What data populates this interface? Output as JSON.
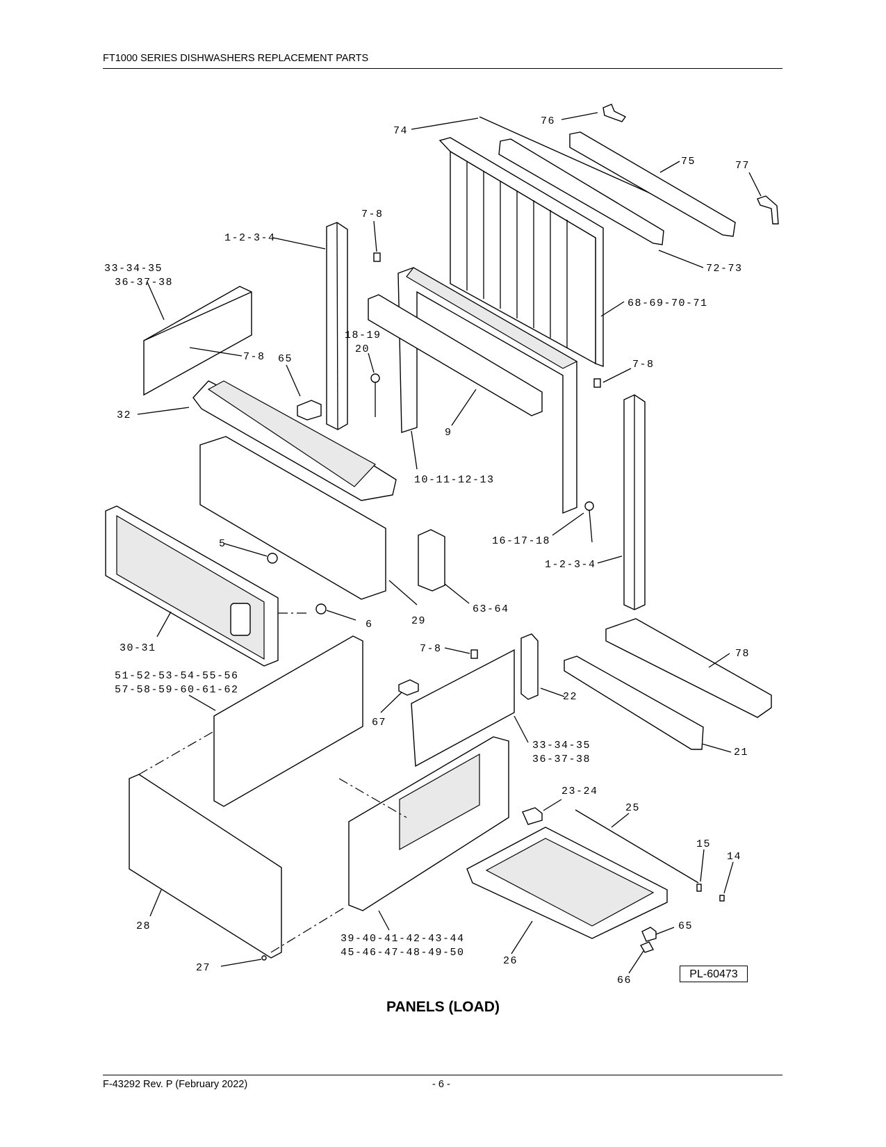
{
  "header": {
    "title": "FT1000 SERIES DISHWASHERS REPLACEMENT PARTS"
  },
  "footer": {
    "doc_ref": "F-43292 Rev. P (February 2022)",
    "page": "- 6 -"
  },
  "figure": {
    "caption": "PANELS (LOAD)",
    "plate_id": "PL-60473",
    "callouts": [
      {
        "id": "c74",
        "text": "74"
      },
      {
        "id": "c76",
        "text": "76"
      },
      {
        "id": "c75",
        "text": "75"
      },
      {
        "id": "c77",
        "text": "77"
      },
      {
        "id": "c1234a",
        "text": "1-2-3-4"
      },
      {
        "id": "c78a",
        "text": "7-8"
      },
      {
        "id": "c7273",
        "text": "72-73"
      },
      {
        "id": "c333435a",
        "text": "33-34-35"
      },
      {
        "id": "c363738a",
        "text": "36-37-38"
      },
      {
        "id": "c68",
        "text": "68-69-70-71"
      },
      {
        "id": "c1819",
        "text": "18-19"
      },
      {
        "id": "c20",
        "text": "20"
      },
      {
        "id": "c78b",
        "text": "7-8"
      },
      {
        "id": "c65a",
        "text": "65"
      },
      {
        "id": "c78c",
        "text": "7-8"
      },
      {
        "id": "c32",
        "text": "32"
      },
      {
        "id": "c9",
        "text": "9"
      },
      {
        "id": "c10",
        "text": "10-11-12-13"
      },
      {
        "id": "c161718",
        "text": "16-17-18"
      },
      {
        "id": "c5",
        "text": "5"
      },
      {
        "id": "c1234b",
        "text": "1-2-3-4"
      },
      {
        "id": "c6",
        "text": "6"
      },
      {
        "id": "c29",
        "text": "29"
      },
      {
        "id": "c6364",
        "text": "63-64"
      },
      {
        "id": "c3031",
        "text": "30-31"
      },
      {
        "id": "c78d",
        "text": "7-8"
      },
      {
        "id": "c78part",
        "text": "78"
      },
      {
        "id": "c51",
        "text": "51-52-53-54-55-56"
      },
      {
        "id": "c57",
        "text": "57-58-59-60-61-62"
      },
      {
        "id": "c22",
        "text": "22"
      },
      {
        "id": "c67",
        "text": "67"
      },
      {
        "id": "c333435b",
        "text": "33-34-35"
      },
      {
        "id": "c21",
        "text": "21"
      },
      {
        "id": "c363738b",
        "text": "36-37-38"
      },
      {
        "id": "c2324",
        "text": "23-24"
      },
      {
        "id": "c25",
        "text": "25"
      },
      {
        "id": "c15",
        "text": "15"
      },
      {
        "id": "c14",
        "text": "14"
      },
      {
        "id": "c28",
        "text": "28"
      },
      {
        "id": "c39",
        "text": "39-40-41-42-43-44"
      },
      {
        "id": "c65b",
        "text": "65"
      },
      {
        "id": "c45",
        "text": "45-46-47-48-49-50"
      },
      {
        "id": "c26",
        "text": "26"
      },
      {
        "id": "c27",
        "text": "27"
      },
      {
        "id": "c66",
        "text": "66"
      }
    ]
  }
}
